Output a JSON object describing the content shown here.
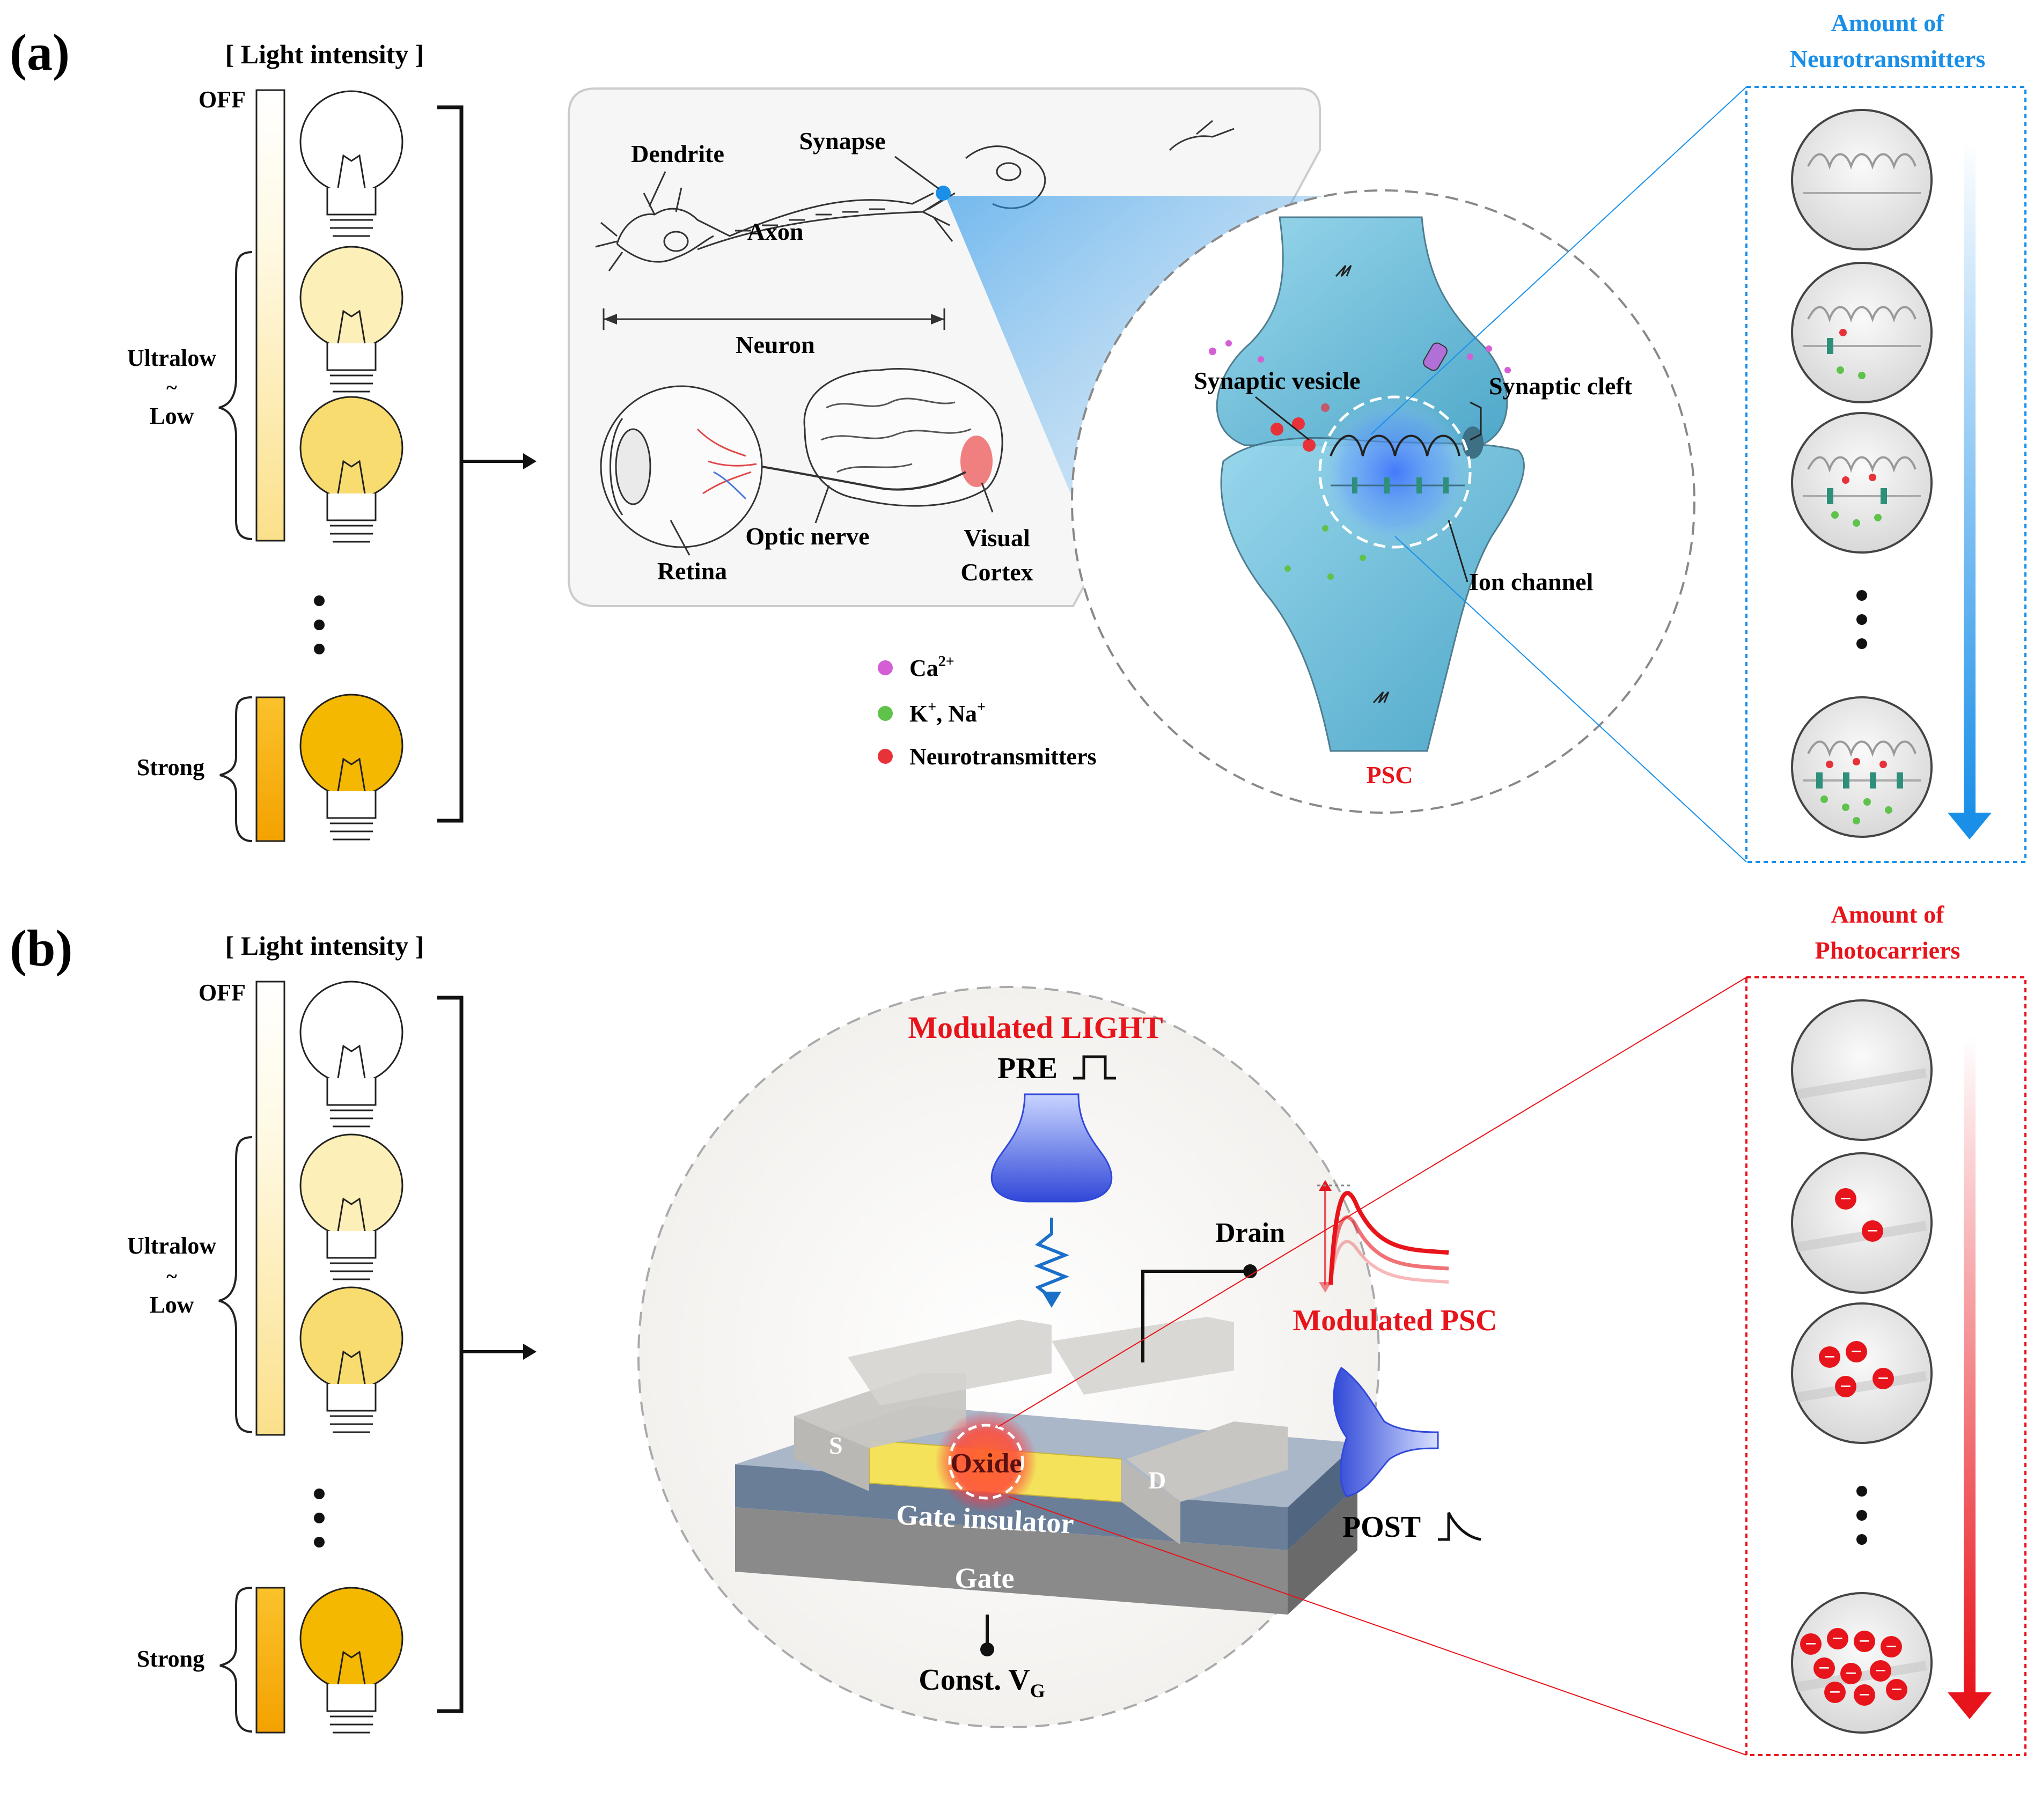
{
  "panel_a": {
    "label": "(a)",
    "light_header": "[ Light intensity ]",
    "level_off": "OFF",
    "level_ultralow": "Ultralow",
    "level_tilde": "~",
    "level_low": "Low",
    "level_strong": "Strong",
    "neuron": {
      "dendrite": "Dendrite",
      "synapse": "Synapse",
      "axon": "Axon",
      "neuron": "Neuron",
      "optic_nerve": "Optic nerve",
      "retina": "Retina",
      "visual": "Visual",
      "cortex": "Cortex"
    },
    "synapse": {
      "vesicle": "Synaptic vesicle",
      "cleft": "Synaptic cleft",
      "ion_channel": "Ion channel",
      "psc": "PSC"
    },
    "legend": {
      "ca": "Ca",
      "ca_sup": "2+",
      "k": "K",
      "k_sup": "+",
      "na": ", Na",
      "na_sup": "+",
      "nt": "Neurotransmitters"
    },
    "amount_line1": "Amount of",
    "amount_line2": "Neurotransmitters"
  },
  "panel_b": {
    "label": "(b)",
    "light_header": "[ Light intensity ]",
    "level_off": "OFF",
    "level_ultralow": "Ultralow",
    "level_tilde": "~",
    "level_low": "Low",
    "level_strong": "Strong",
    "device": {
      "modulated_light": "Modulated LIGHT",
      "pre": "PRE",
      "drain": "Drain",
      "modulated_psc": "Modulated PSC",
      "source": "S",
      "drain_short": "D",
      "oxide": "Oxide",
      "gate_insulator": "Gate insulator",
      "gate": "Gate",
      "post": "POST",
      "const_vg": "Const. V",
      "const_vg_sub": "G"
    },
    "amount_line1": "Amount of",
    "amount_line2": "Photocarriers",
    "electron_symbol": "−"
  },
  "colors": {
    "blue_accent": "#1a8fe8",
    "red_accent": "#e8141b",
    "bulb_yellow": "#f5b800",
    "synapse_blue": "#5fb8d8",
    "ca_color": "#d45fd4",
    "k_color": "#5fc24a",
    "nt_color": "#e8323a"
  }
}
